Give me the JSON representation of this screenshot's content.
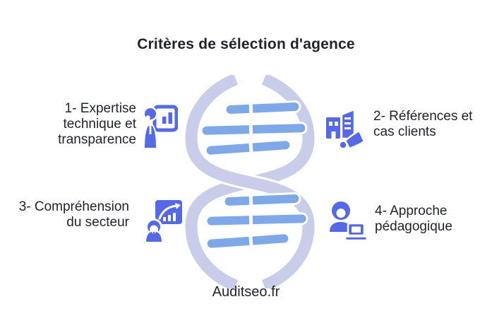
{
  "title": "Critères de sélection d'agence",
  "footer": "Auditseo.fr",
  "center_graphic": "dna-helix",
  "colors": {
    "icon": "#5468e8",
    "dna_strand": "#c9cde9",
    "dna_rung": "#7fa8e9",
    "text": "#20242c",
    "background": "#ffffff"
  },
  "items": [
    {
      "id": "1",
      "label": "1- Expertise technique et transparence",
      "lines": [
        "1- Expertise",
        "technique et",
        "transparence"
      ],
      "icon": "presenter-chart-icon",
      "position": "top-left"
    },
    {
      "id": "2",
      "label": "2- Références et cas clients",
      "lines": [
        "2- Références et",
        "cas clients"
      ],
      "icon": "buildings-megaphone-icon",
      "position": "top-right"
    },
    {
      "id": "3",
      "label": "3- Compréhension du secteur",
      "lines": [
        "3- Compréhension",
        "du secteur"
      ],
      "icon": "growth-chart-person-icon",
      "position": "bottom-left"
    },
    {
      "id": "4",
      "label": "4- Approche pédagogique",
      "lines": [
        "4- Approche",
        "pédagogique"
      ],
      "icon": "trainer-laptop-icon",
      "position": "bottom-right"
    }
  ]
}
